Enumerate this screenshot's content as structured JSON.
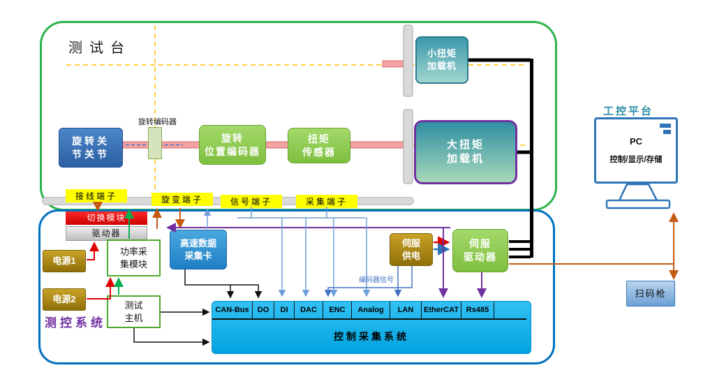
{
  "test_bench": {
    "title": "测试台",
    "rotary_joint": "旋转关\n节关节",
    "rotary_encoder_label": "旋转编码器",
    "rotary_position_encoder": "旋转\n位置编码器",
    "torque_sensor": "扭矩\n传感器",
    "large_loader": "大扭矩\n加载机",
    "small_loader": "小扭矩\n加载机"
  },
  "terminals": {
    "wiring": "接线端子",
    "resolver": "旋变端子",
    "signal": "信号端子",
    "acquisition": "采集端子"
  },
  "control_system": {
    "title": "测控系统",
    "switch_module": "切换模块",
    "driver": "驱动器",
    "power1": "电源1",
    "power2": "电源2",
    "power_acquisition": "功率采\n集模块",
    "test_host": "测试\n主机",
    "daq_card": "高速数据\n采集卡",
    "servo_power": "伺服\n供电",
    "servo_driver": "伺服\n驱动器",
    "encoder_signal_label": "编码器信号",
    "daq_system": {
      "label": "控制采集系统",
      "ports": [
        "CAN-Bus",
        "DO",
        "DI",
        "DAC",
        "ENC",
        "Analog",
        "LAN",
        "EtherCAT",
        "Rs485"
      ]
    }
  },
  "workstation": {
    "title": "工控平台",
    "pc_label": "PC",
    "pc_subtitle": "控制/显示/存储",
    "scanner": "扫码枪"
  },
  "colors": {
    "bench_border": "#2db34a",
    "control_border": "#0070c0",
    "daq_fill": "#00b0f0",
    "terminal_fill": "#ffff00",
    "purple_accent": "#7030a0",
    "orange_accent": "#c55a11",
    "centerline_dash": "#ffc000"
  }
}
